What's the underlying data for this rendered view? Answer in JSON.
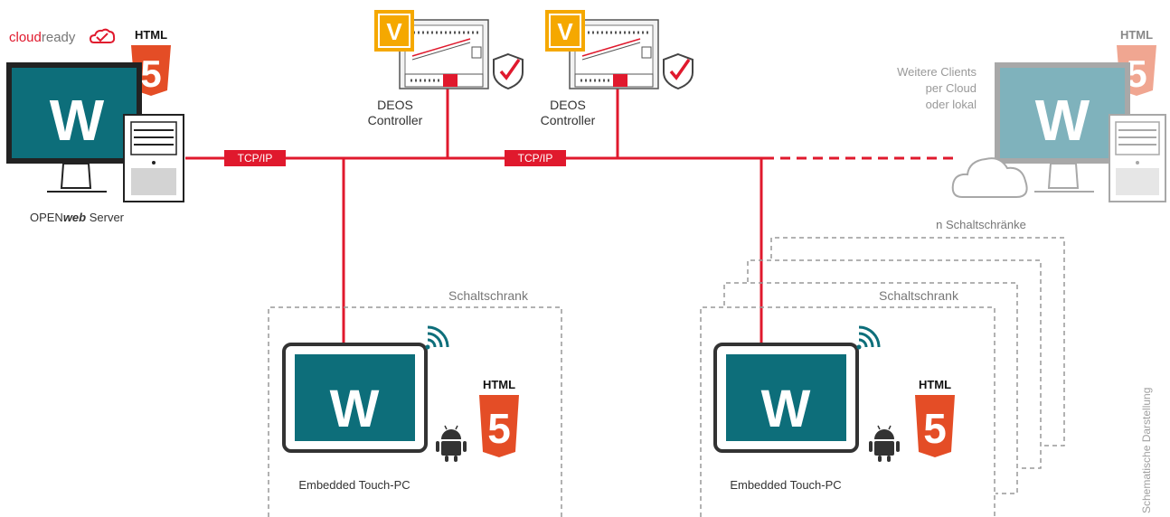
{
  "brand": {
    "cloud": "cloud",
    "ready": "ready"
  },
  "html5": {
    "label": "HTML",
    "digit": "5"
  },
  "server": {
    "label_pre": "OPEN",
    "label_em": "web",
    "label_post": " Server",
    "app_letter": "W"
  },
  "network": {
    "tcp_ip_1": "TCP/IP",
    "tcp_ip_2": "TCP/IP"
  },
  "controllers": [
    {
      "badge": "V",
      "label_line1": "DEOS",
      "label_line2": "Controller"
    },
    {
      "badge": "V",
      "label_line1": "DEOS",
      "label_line2": "Controller"
    }
  ],
  "clients": {
    "line1": "Weitere Clients",
    "line2": "per Cloud",
    "line3": "oder lokal",
    "app_letter": "W"
  },
  "cabinets": {
    "left_title": "Schaltschrank",
    "right_title": "Schaltschrank",
    "n_title": "n Schaltschränke"
  },
  "touch_pcs": [
    {
      "label": "Embedded Touch-PC",
      "app_letter": "W"
    },
    {
      "label": "Embedded Touch-PC",
      "app_letter": "W"
    }
  ],
  "side_note": "Schematische Darstellung",
  "colors": {
    "red": "#e0192d",
    "teal": "#0d6e7a",
    "teal_light": "#7fb2bc",
    "orange": "#e44d26",
    "gold": "#f5a800",
    "gray": "#8a8a8a"
  }
}
